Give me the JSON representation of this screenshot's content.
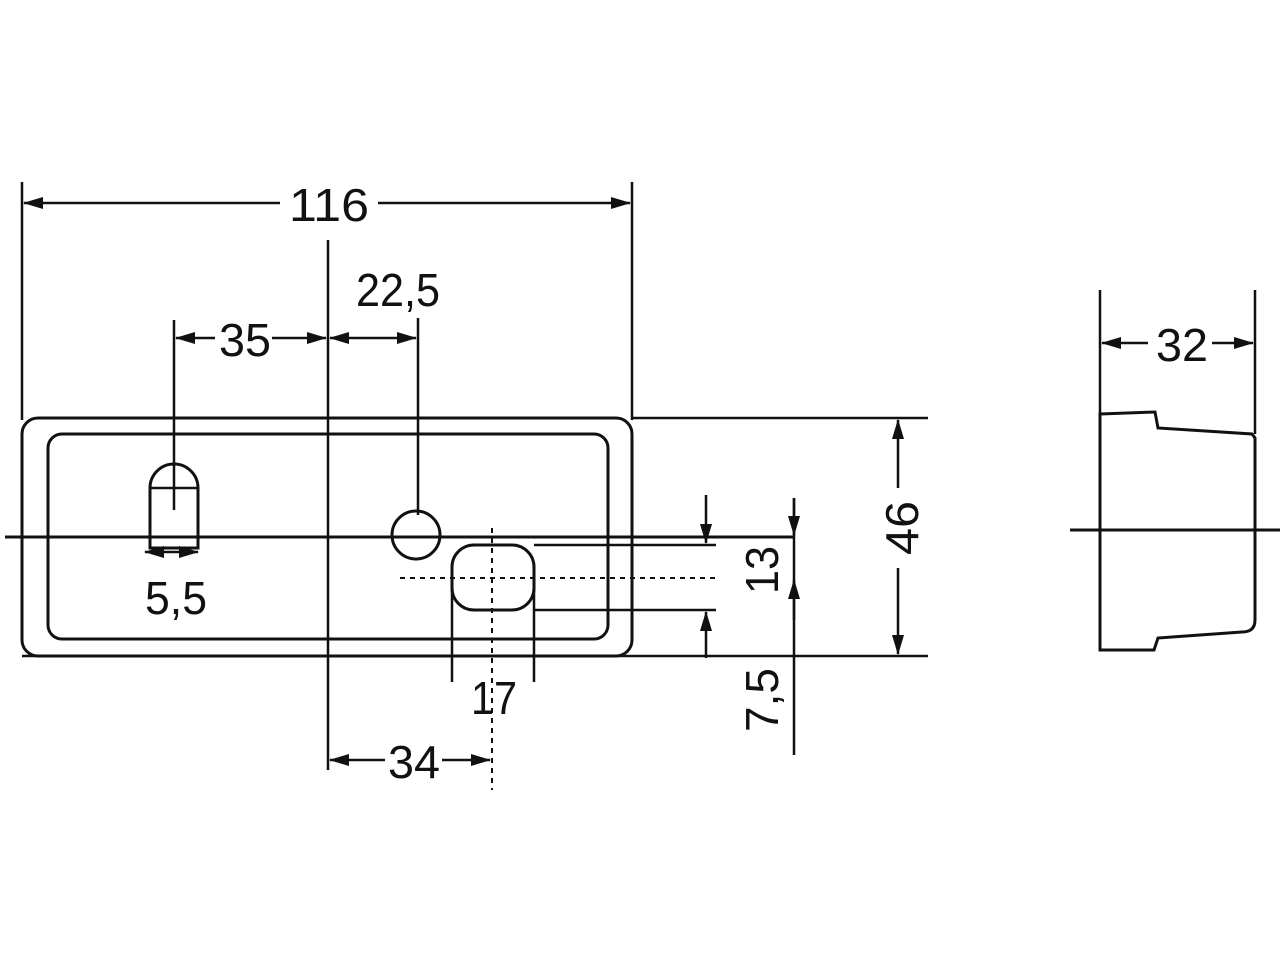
{
  "drawing": {
    "front_view": {
      "overall_width": "116",
      "hole_spacing_left": "35",
      "hole_spacing_right": "22,5",
      "slot_width": "5,5",
      "window_width": "17",
      "window_offset": "34",
      "window_height": "13",
      "window_bottom_offset": "7,5",
      "overall_height": "46"
    },
    "side_view": {
      "depth": "32"
    }
  }
}
